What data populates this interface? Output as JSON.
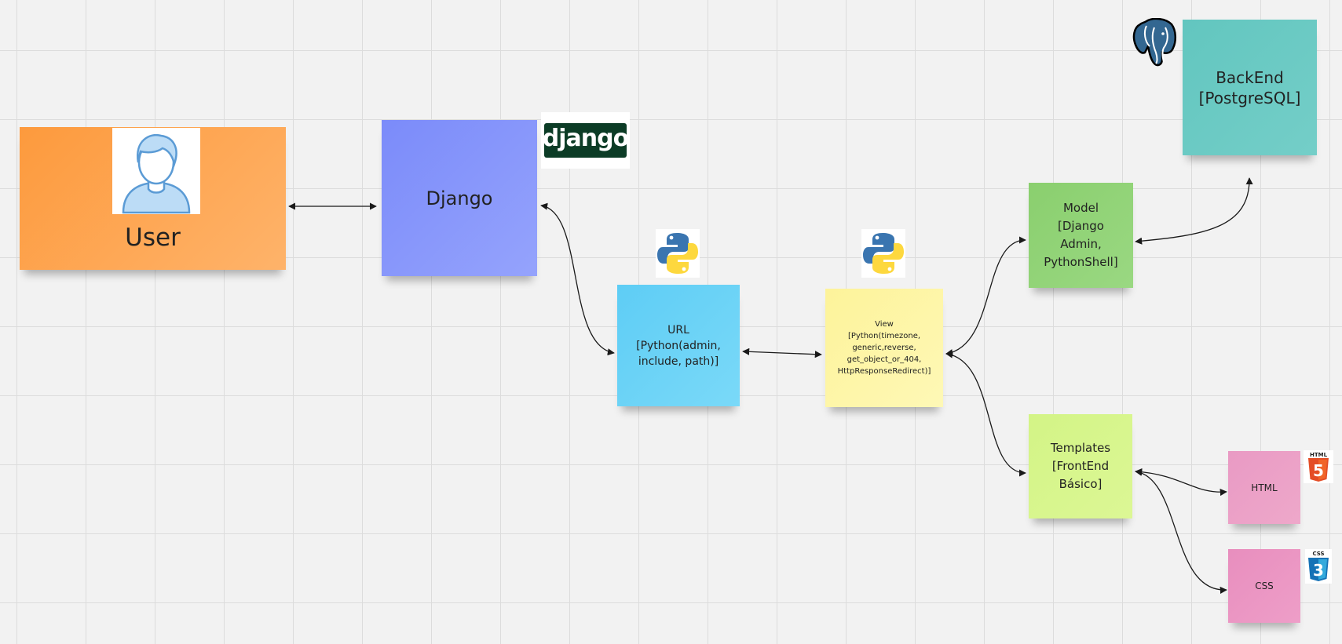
{
  "colors": {
    "user": "#fd9f48",
    "django": "#8c98fb",
    "url": "#6cd2f6",
    "view": "#fdf5a4",
    "model": "#92d377",
    "templates": "#d7f58c",
    "html": "#eb9fc6",
    "css": "#eb94c2",
    "backend": "#6ccac4",
    "arrow": "#1a1a1a"
  },
  "diagram": {
    "nodes": {
      "user": {
        "label": "User",
        "icon": "user-avatar-icon"
      },
      "django": {
        "label": "Django",
        "logo_text": "django",
        "icon": "django-logo"
      },
      "url": {
        "label": "URL\n[Python(admin,\ninclude, path)]",
        "icon": "python-logo"
      },
      "view": {
        "label": "View\n[Python(timezone,\ngeneric,reverse,\nget_object_or_404,\nHttpResponseRedirect)]",
        "icon": "python-logo"
      },
      "model": {
        "label": "Model\n[Django\nAdmin,\nPythonShell]"
      },
      "templates": {
        "label": "Templates\n[FrontEnd\nBásico]"
      },
      "html": {
        "label": "HTML",
        "icon": "html5-logo",
        "logo_text": "HTML",
        "badge": "5"
      },
      "css": {
        "label": "CSS",
        "icon": "css3-logo",
        "logo_text": "CSS",
        "badge": "3"
      },
      "backend": {
        "label": "BackEnd\n[PostgreSQL]",
        "icon": "postgresql-elephant-logo"
      }
    },
    "edges": [
      {
        "from": "user",
        "to": "django",
        "direction": "both"
      },
      {
        "from": "django",
        "to": "url",
        "direction": "both"
      },
      {
        "from": "url",
        "to": "view",
        "direction": "both"
      },
      {
        "from": "view",
        "to": "model",
        "direction": "both"
      },
      {
        "from": "view",
        "to": "templates",
        "direction": "both"
      },
      {
        "from": "model",
        "to": "backend",
        "direction": "both"
      },
      {
        "from": "templates",
        "to": "html",
        "direction": "both"
      },
      {
        "from": "templates",
        "to": "css",
        "direction": "both"
      }
    ]
  }
}
